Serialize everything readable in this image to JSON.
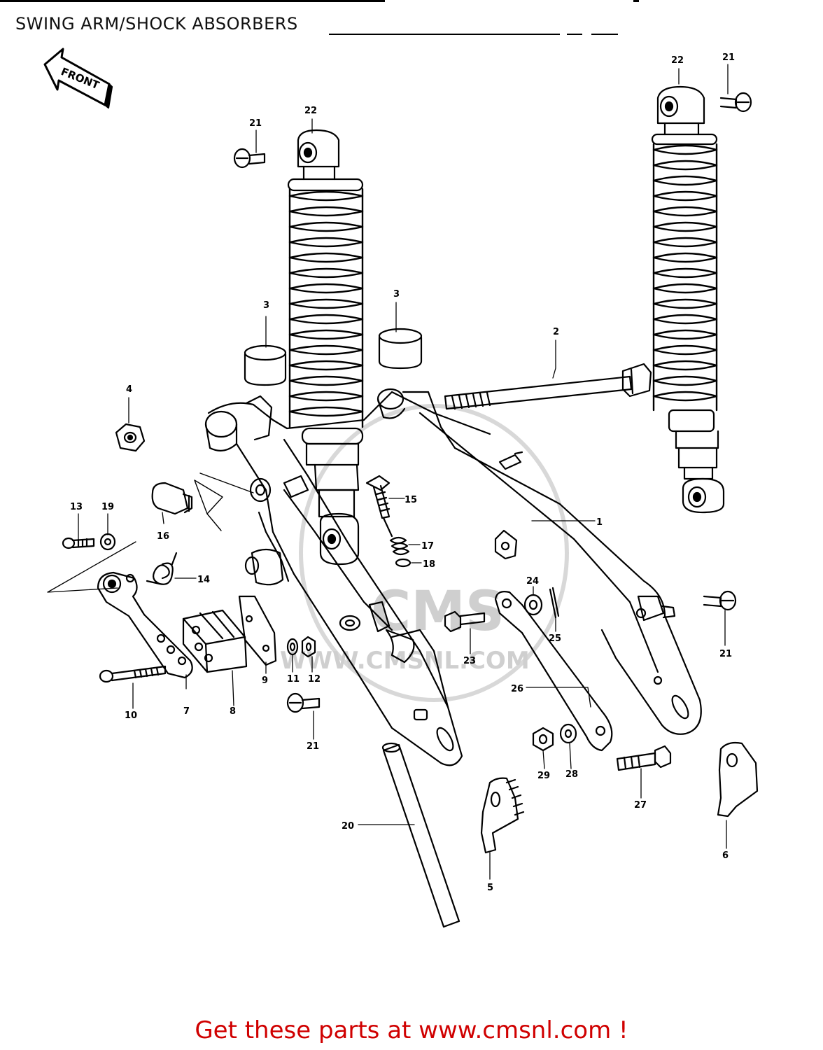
{
  "title": "SWING ARM/SHOCK ABSORBERS",
  "front_label": "FRONT",
  "watermark": {
    "logo": "CMS",
    "url": "WWW.CMSNL.COM"
  },
  "callouts": {
    "c1": "1",
    "c2": "2",
    "c3a": "3",
    "c3b": "3",
    "c4": "4",
    "c5": "5",
    "c6": "6",
    "c7": "7",
    "c8": "8",
    "c9": "9",
    "c10": "10",
    "c11": "11",
    "c12": "12",
    "c13": "13",
    "c14": "14",
    "c15": "15",
    "c16": "16",
    "c17": "17",
    "c18": "18",
    "c19": "19",
    "c20": "20",
    "c21a": "21",
    "c21b": "21",
    "c21c": "21",
    "c21d": "21",
    "c22a": "22",
    "c22b": "22",
    "c23": "23",
    "c24": "24",
    "c25": "25",
    "c26": "26",
    "c27": "27",
    "c28": "28",
    "c29": "29"
  },
  "cta": "Get these parts at www.cmsnl.com !",
  "colors": {
    "cta": "#d00000",
    "line": "#000000",
    "watermark": "#cfcfcf"
  }
}
